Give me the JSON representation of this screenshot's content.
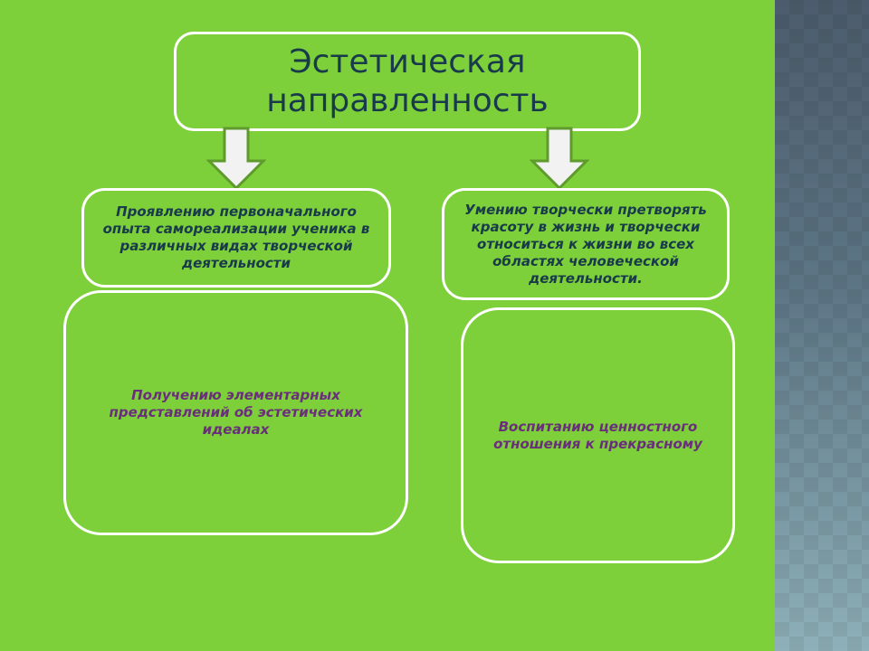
{
  "title": "Эстетическая направленность",
  "left": {
    "top": "Проявлению первоначального опыта самореализации ученика в различных видах творческой деятельности",
    "bottom": "Получению элементарных представлений об эстетических идеалах"
  },
  "right": {
    "top": "Умению творчески претворять красоту в жизнь и творчески относиться к жизни во всех областях человеческой деятельности.",
    "bottom": "Воспитанию ценностного отношения к прекрасному"
  },
  "colors": {
    "background": "#7ed03b",
    "text": "#183a4a",
    "accent_text": "#6a2f7a"
  }
}
